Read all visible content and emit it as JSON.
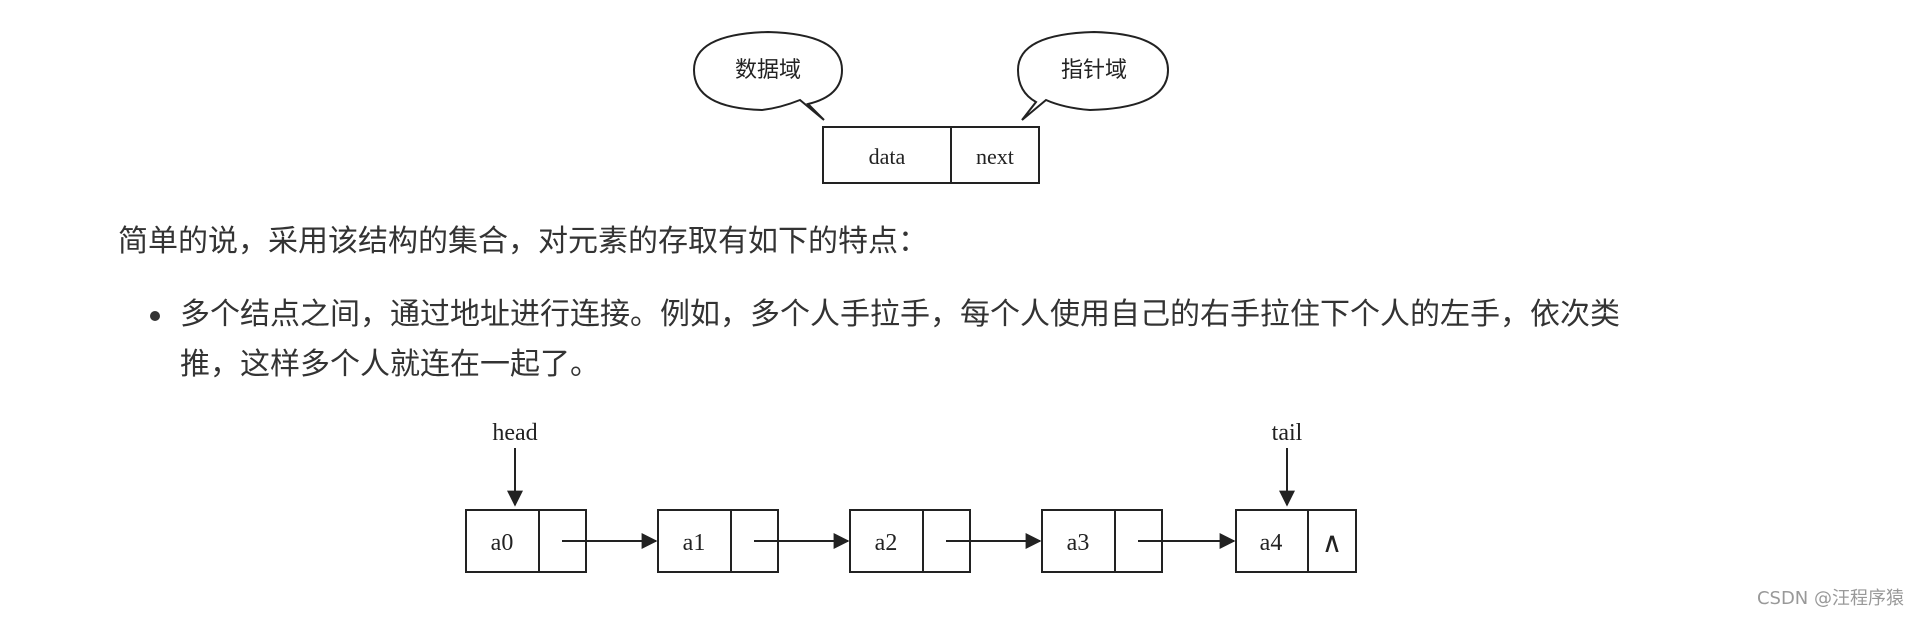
{
  "node_diagram": {
    "bubble_left": "数据域",
    "bubble_right": "指针域",
    "field_data": "data",
    "field_next": "next"
  },
  "paragraph": "简单的说，采用该结构的集合，对元素的存取有如下的特点：",
  "bullets": [
    {
      "line1": "多个结点之间，通过地址进行连接。例如，多个人手拉手，每个人使用自己的右手拉住下个人的左手，依次类",
      "line2": "推，这样多个人就连在一起了。"
    }
  ],
  "list_diagram": {
    "head_label": "head",
    "tail_label": "tail",
    "nodes": [
      "a0",
      "a1",
      "a2",
      "a3",
      "a4"
    ],
    "null_symbol": "∧"
  },
  "watermark": "CSDN @汪程序猿"
}
